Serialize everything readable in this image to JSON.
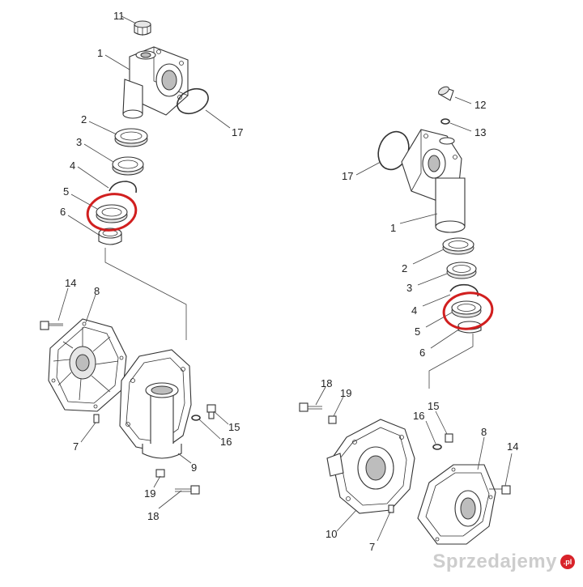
{
  "diagram": {
    "left_assembly": {
      "labels": {
        "p11": "11",
        "p1": "1",
        "p17": "17",
        "p2": "2",
        "p3": "3",
        "p4": "4",
        "p5": "5",
        "p6": "6",
        "p14": "14",
        "p8": "8",
        "p7": "7",
        "p9": "9",
        "p15": "15",
        "p16": "16",
        "p19": "19",
        "p18": "18"
      }
    },
    "right_assembly": {
      "labels": {
        "p12": "12",
        "p13": "13",
        "p17": "17",
        "p1": "1",
        "p2": "2",
        "p3": "3",
        "p4": "4",
        "p5": "5",
        "p6": "6",
        "p18": "18",
        "p19": "19",
        "p16": "16",
        "p15": "15",
        "p8": "8",
        "p14": "14",
        "p10": "10",
        "p7": "7"
      }
    },
    "highlight_color": "#d11f1f"
  },
  "watermark": {
    "text": "Sprzedajemy",
    "badge": ".pl"
  }
}
